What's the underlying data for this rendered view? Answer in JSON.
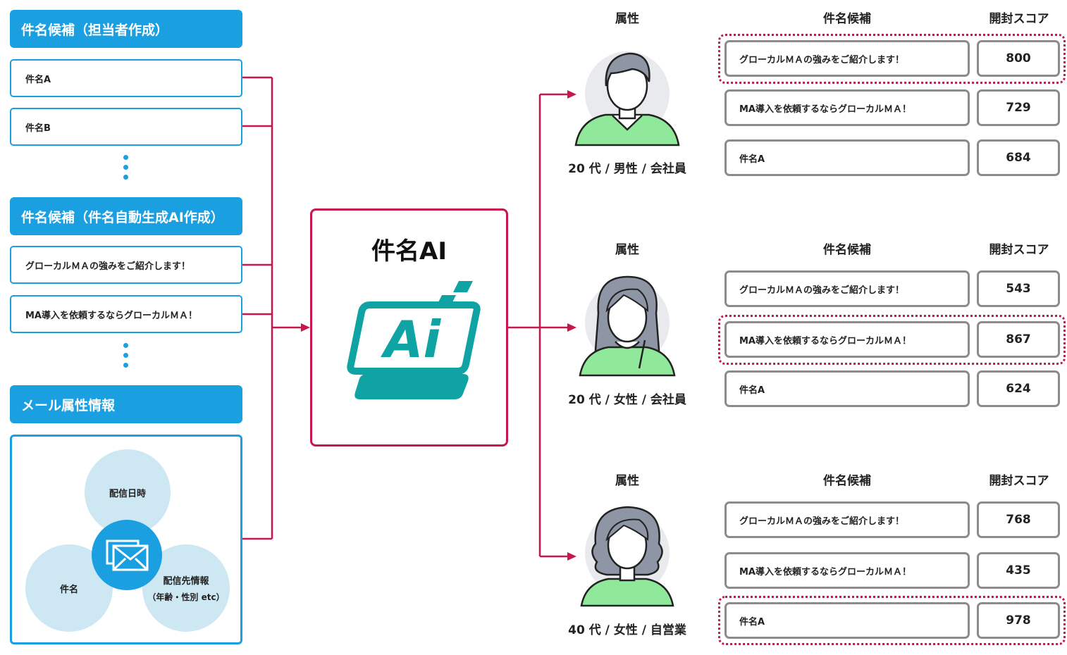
{
  "left": {
    "header_manual": "件名候補（担当者作成）",
    "manual_items": [
      "件名A",
      "件名B"
    ],
    "header_ai": "件名候補（件名自動生成AI作成）",
    "ai_items": [
      "グローカルＭＡの強みをご紹介します！",
      "MA導入を依頼するならグローカルＭＡ！"
    ],
    "header_attr": "メール属性情報",
    "bubbles": {
      "datetime": "配信日時",
      "subject": "件名",
      "recipient_line1": "配信先情報",
      "recipient_line2": "（年齢・性別 etc）"
    }
  },
  "center": {
    "title": "件名AI",
    "logo_text": "Ai"
  },
  "columns": {
    "attribute": "属性",
    "candidate": "件名候補",
    "score": "開封スコア"
  },
  "groups": [
    {
      "persona": "20 代 / 男性 / 会社員",
      "rows": [
        {
          "subject": "グローカルＭＡの強みをご紹介します！",
          "score": "800",
          "highlight": true
        },
        {
          "subject": "MA導入を依頼するならグローカルＭＡ！",
          "score": "729",
          "highlight": false
        },
        {
          "subject": "件名A",
          "score": "684",
          "highlight": false
        }
      ]
    },
    {
      "persona": "20 代 / 女性 / 会社員",
      "rows": [
        {
          "subject": "グローカルＭＡの強みをご紹介します！",
          "score": "543",
          "highlight": false
        },
        {
          "subject": "MA導入を依頼するならグローカルＭＡ！",
          "score": "867",
          "highlight": true
        },
        {
          "subject": "件名A",
          "score": "624",
          "highlight": false
        }
      ]
    },
    {
      "persona": "40 代 / 女性 / 自営業",
      "rows": [
        {
          "subject": "グローカルＭＡの強みをご紹介します！",
          "score": "768",
          "highlight": false
        },
        {
          "subject": "MA導入を依頼するならグローカルＭＡ！",
          "score": "435",
          "highlight": false
        },
        {
          "subject": "件名A",
          "score": "978",
          "highlight": true
        }
      ]
    }
  ],
  "colors": {
    "blue": "#1a9fe0",
    "wire": "#c8174b",
    "teal": "#0fa3a3",
    "shirt": "#90e89a",
    "hair": "#8e96a6",
    "gray_border": "#8b8b8b"
  }
}
